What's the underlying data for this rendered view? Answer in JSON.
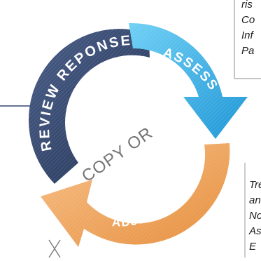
{
  "cycle": {
    "stages": [
      {
        "label": "REVIEW REPONSE",
        "color": "#33476f"
      },
      {
        "label": "ASSESS",
        "color": "#2eaee8"
      },
      {
        "label": "ADJUST",
        "color": "#f2a457"
      }
    ]
  },
  "text_top": [
    "ris",
    "Co",
    "Inf",
    "Pa"
  ],
  "text_bottom": [
    "Tre",
    "an",
    "No",
    "As",
    "E"
  ],
  "watermark": "COPY OR"
}
